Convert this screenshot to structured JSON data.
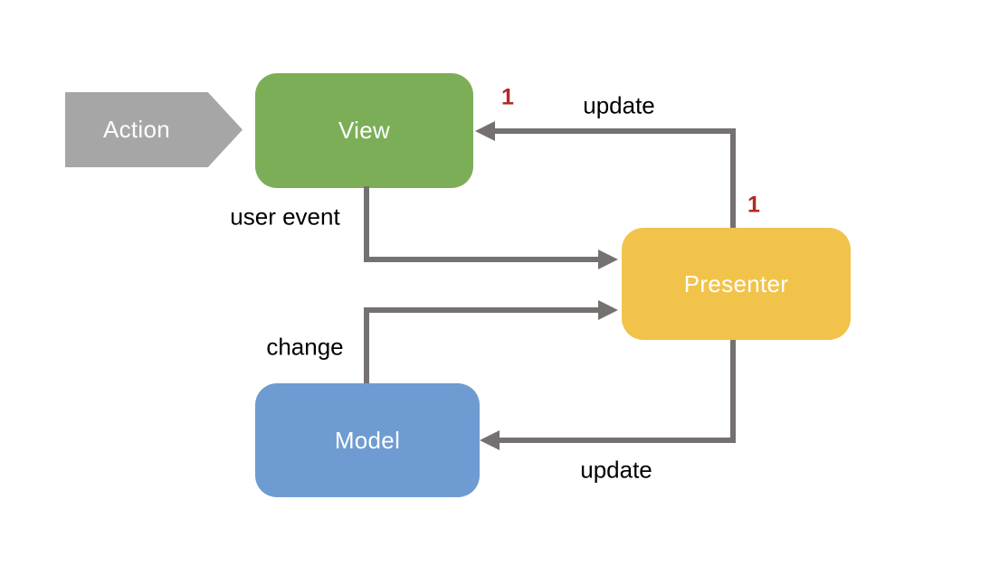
{
  "diagram": {
    "colors": {
      "background": "#FFFFFF",
      "connector": "#767171",
      "marker_text": "#B02A25",
      "edge_label_text": "#000000",
      "node_label_text": "#FFFFFF"
    },
    "nodes": {
      "action": {
        "label": "Action",
        "color": "#A6A6A6",
        "shape": "right-chevron"
      },
      "view": {
        "label": "View",
        "color": "#7CAE58",
        "shape": "rounded-rect"
      },
      "presenter": {
        "label": "Presenter",
        "color": "#F2C34A",
        "shape": "rounded-rect"
      },
      "model": {
        "label": "Model",
        "color": "#6E9CD2",
        "shape": "rounded-rect"
      }
    },
    "edges": {
      "update_view": {
        "label": "update",
        "from": "presenter",
        "to": "view",
        "marker_at_start": "1",
        "marker_at_end": "1"
      },
      "user_event": {
        "label": "user event",
        "from": "view",
        "to": "presenter"
      },
      "change": {
        "label": "change",
        "from": "model",
        "to": "presenter"
      },
      "update_model": {
        "label": "update",
        "from": "presenter",
        "to": "model"
      }
    }
  }
}
